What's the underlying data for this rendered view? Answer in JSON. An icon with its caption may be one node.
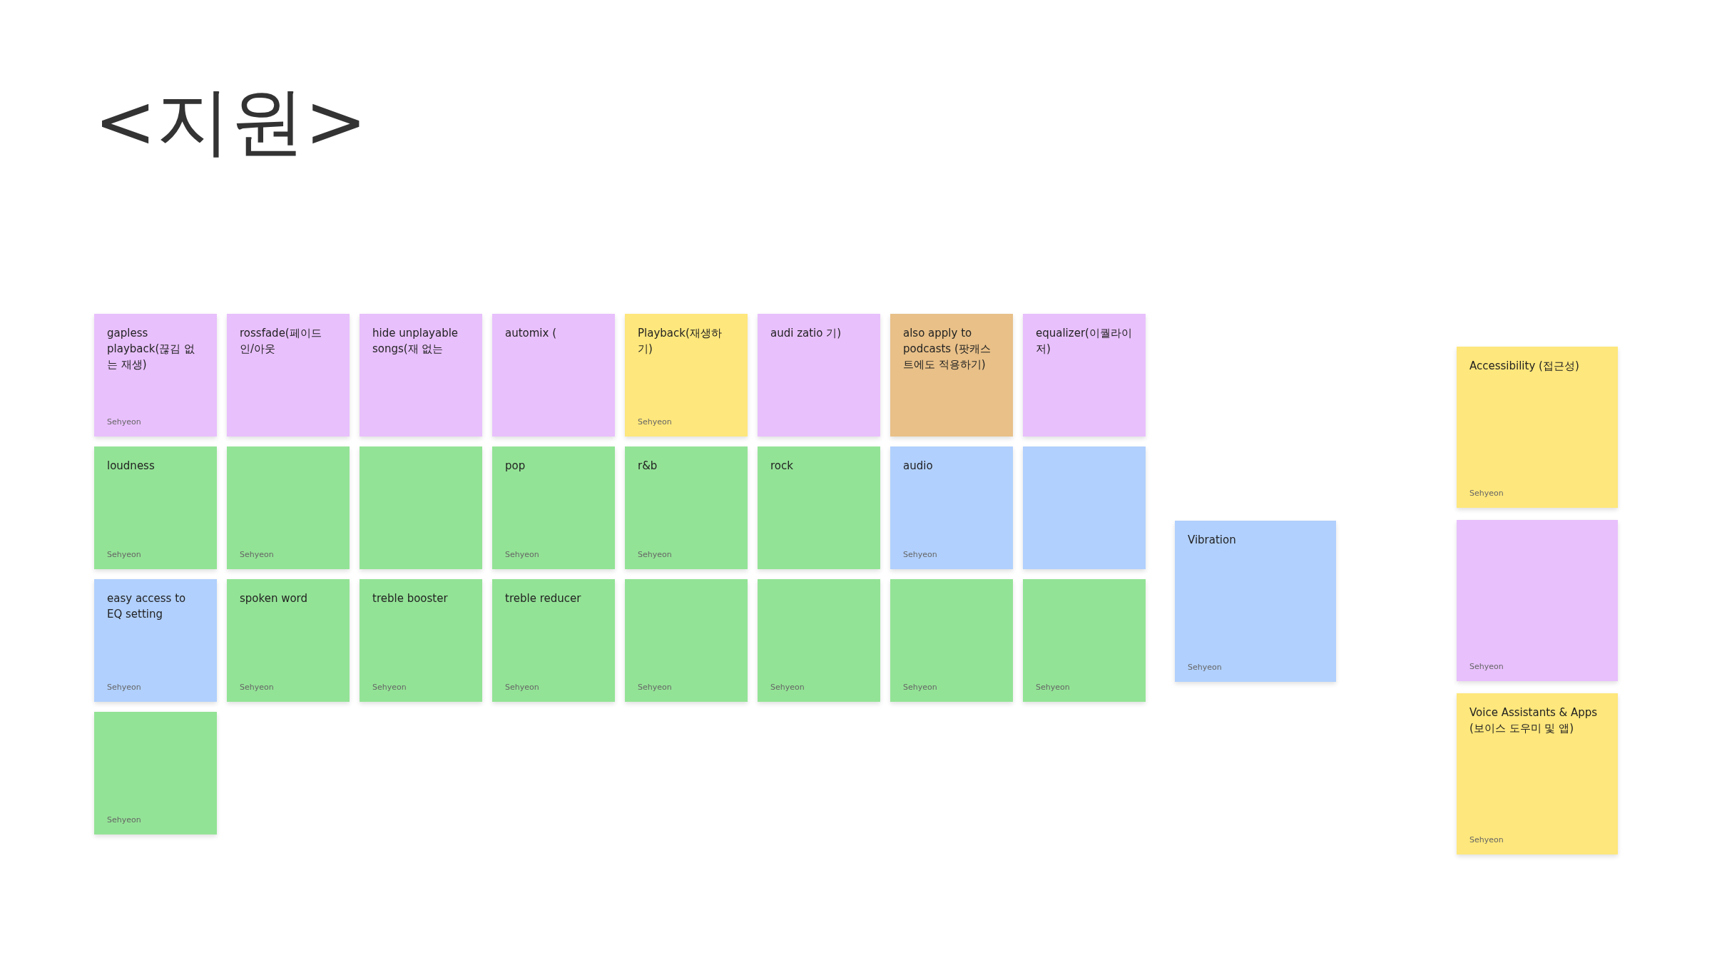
{
  "diagram": {
    "title": "<지원>",
    "nodes": [
      {
        "text": [
          "gapless playback(끊김 없는 재생)",
          "Sehyeon"
        ]
      },
      {
        "text": [
          "rossfade(페이드 인/아웃"
        ]
      },
      {
        "text": [
          "hide unplayable songs(재 없는"
        ]
      },
      {
        "text": [
          "automix ("
        ]
      },
      {
        "text": [
          "Playback(재생하기)",
          "Sehyeon"
        ]
      },
      {
        "text": [
          "audi zatio 기)"
        ]
      },
      {
        "text": [
          "also apply to podcasts (팟캐스트에도 적용하기)"
        ]
      },
      {
        "text": [
          "equalizer(이퀄라이저)"
        ]
      },
      {
        "text": [
          "loudness",
          "Sehyeon"
        ]
      },
      {
        "text": [
          "Sehyeon"
        ]
      },
      {
        "text": [],
        "shape": "box"
      },
      {
        "text": [
          "pop",
          "Sehyeon"
        ]
      },
      {
        "text": [
          "r&b",
          "Sehyeon"
        ]
      },
      {
        "text": [
          "rock"
        ]
      },
      {
        "text": [
          "audio",
          "Sehyeon"
        ]
      },
      {
        "text": [],
        "shape": "box"
      },
      {
        "text": [
          "easy access to EQ setting",
          "Sehyeon"
        ]
      },
      {
        "text": [
          "spoken word",
          "Sehyeon"
        ]
      },
      {
        "text": [
          "treble booster",
          "Sehyeon"
        ]
      },
      {
        "text": [
          "treble reducer",
          "Sehyeon"
        ]
      },
      {
        "text": [
          "Sehyeon"
        ]
      },
      {
        "text": [
          "Sehyeon"
        ]
      },
      {
        "text": [
          "Sehyeon"
        ]
      },
      {
        "text": [
          "Sehyeon"
        ]
      },
      {
        "text": [
          "Sehyeon"
        ]
      },
      {
        "text": [
          "Vibration",
          "Sehyeon"
        ]
      },
      {
        "text": [
          "Accessibility (접근성)",
          "Sehyeon"
        ]
      },
      {
        "text": [
          "Sehyeon"
        ]
      },
      {
        "text": [
          "Voice Assistants & Apps (보이스 도우미 및 앱)",
          "Sehyeon"
        ]
      }
    ]
  }
}
